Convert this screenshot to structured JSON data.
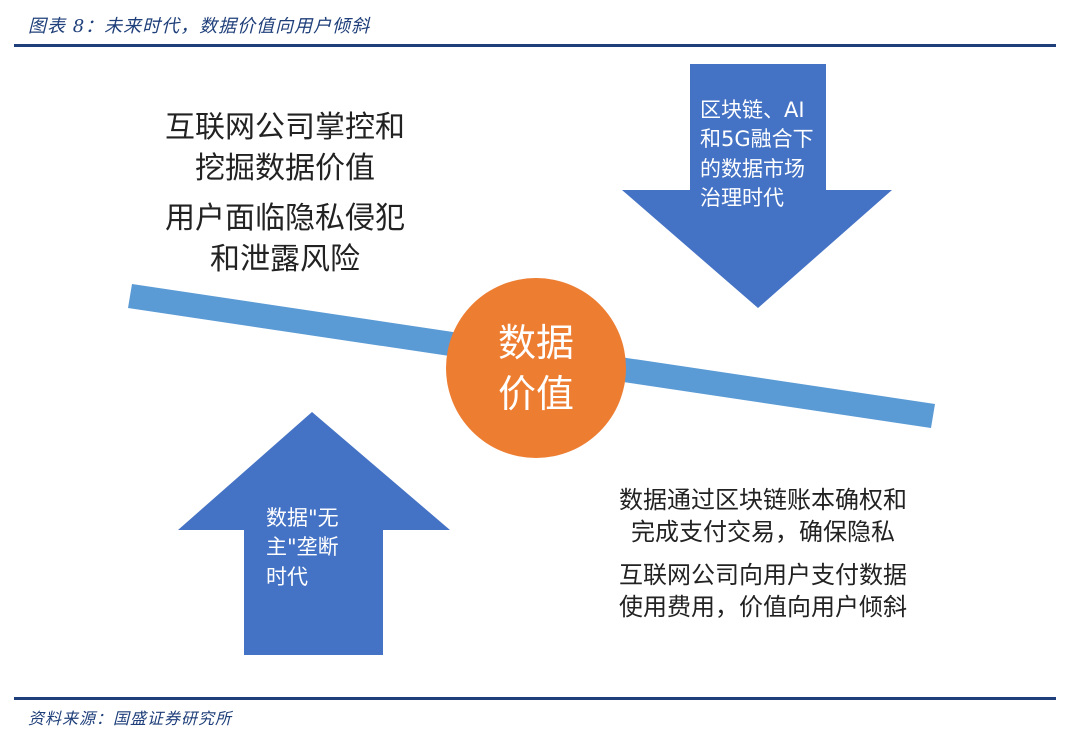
{
  "header": {
    "title": "图表 8：未来时代，数据价值向用户倾斜"
  },
  "left_text": {
    "line1": "互联网公司掌控和",
    "line2": "挖掘数据价值",
    "line3": "用户面临隐私侵犯",
    "line4": "和泄露风险"
  },
  "down_arrow": {
    "line1": "区块链、AI",
    "line2": "和5G融合下",
    "line3": "的数据市场",
    "line4": "治理时代"
  },
  "center": {
    "line1": "数据",
    "line2": "价值"
  },
  "up_arrow": {
    "line1": "数据\"无",
    "line2": "主\"垄断",
    "line3": "时代"
  },
  "right_text": {
    "line1": "数据通过区块链账本确权和",
    "line2": "完成支付交易，确保隐私",
    "line3": "互联网公司向用户支付数据",
    "line4": "使用费用，价值向用户倾斜"
  },
  "footer": {
    "source": "资料来源：国盛证券研究所"
  },
  "colors": {
    "rule": "#1f3f7a",
    "beam": "#5b9bd5",
    "arrow": "#4472c4",
    "circle": "#ed7d31"
  }
}
